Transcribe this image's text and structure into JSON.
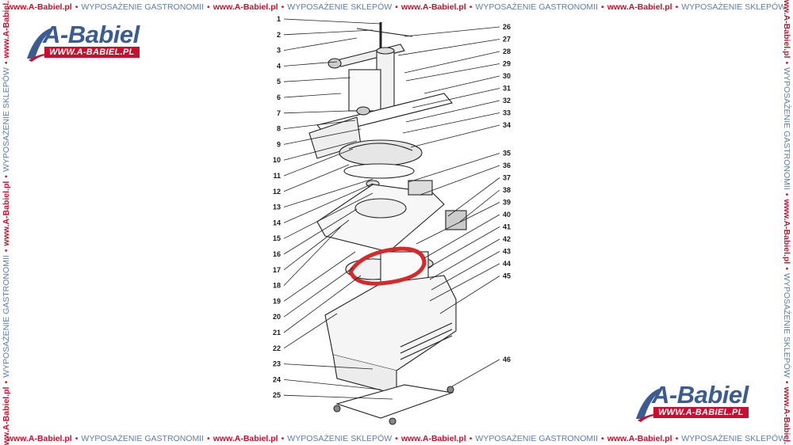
{
  "watermark": {
    "site": "www.A-Babiel.pl",
    "category_1": "WYPOSAŻENIE GASTRONOMII",
    "category_2": "WYPOSAŻENIE SKLEPÓW",
    "separator": "•"
  },
  "logo": {
    "name": "A-Babiel",
    "url": "WWW.A-BABIEL.PL"
  },
  "diagram": {
    "left_labels": [
      "1",
      "2",
      "3",
      "4",
      "5",
      "6",
      "7",
      "8",
      "9",
      "10",
      "11",
      "12",
      "13",
      "14",
      "15",
      "16",
      "17",
      "18",
      "19",
      "20",
      "21",
      "22",
      "23",
      "24",
      "25"
    ],
    "right_labels": [
      "26",
      "27",
      "28",
      "29",
      "30",
      "31",
      "32",
      "33",
      "34",
      "35",
      "36",
      "37",
      "38",
      "39",
      "40",
      "41",
      "42",
      "43",
      "44",
      "45",
      "46"
    ],
    "highlight_color": "#d42a2a"
  }
}
